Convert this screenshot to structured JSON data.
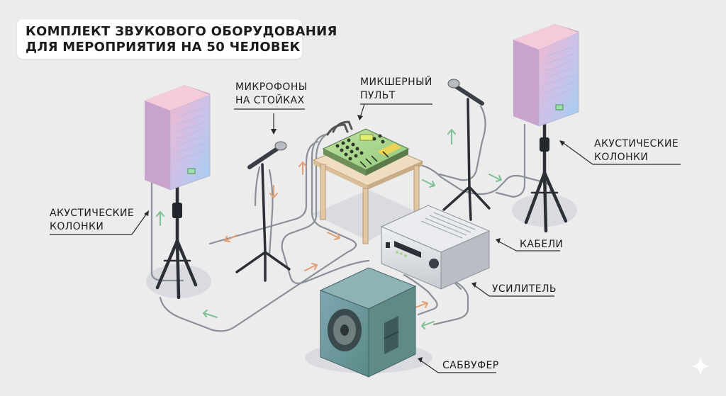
{
  "title": {
    "line1": "КОМПЛЕКТ ЗВУКОВОГО ОБОРУДОВАНИЯ",
    "line2": "ДЛЯ МЕРОПРИЯТИЯ НА 50 ЧЕЛОВЕК"
  },
  "labels": {
    "microphones": [
      "МИКРОФОНЫ",
      "НА СТОЙКАХ"
    ],
    "mixer": [
      "МИКШЕРНЫЙ",
      "ПУЛЬТ"
    ],
    "speakers_left": [
      "АКУСТИЧЕСКИЕ",
      "КОЛОНКИ"
    ],
    "speakers_right": [
      "АКУСТИЧЕСКИЕ",
      "КОЛОНКИ"
    ],
    "cables": "КАБЕЛИ",
    "amplifier": "УСИЛИТЕЛЬ",
    "subwoofer": "САБВУФЕР"
  },
  "colors": {
    "background": "#ececec",
    "cable": "#8a8f98",
    "arrow_green": "#7fbf94",
    "arrow_orange": "#e0a074",
    "speaker_pink": "#e9b9d4",
    "speaker_blue": "#a9c8ef",
    "subwoofer": "#6b9aa0",
    "mixer_green": "#a7d58c",
    "amplifier": "#d8dbe0"
  },
  "icons": [
    "sparkle-icon"
  ]
}
